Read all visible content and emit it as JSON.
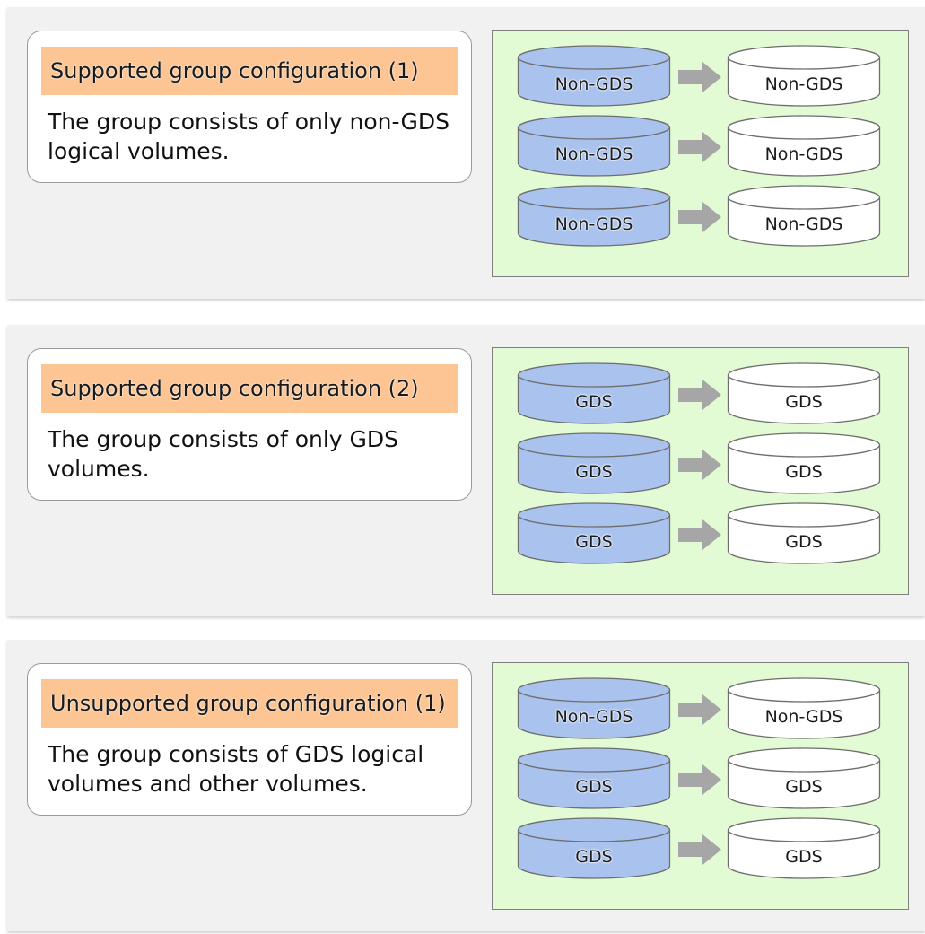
{
  "colors": {
    "section_bg": "#f1f1f1",
    "title_bg": "#fcc593",
    "diagram_bg": "#e2fbd4",
    "source_disk": "#aac3ee",
    "target_disk": "#ffffff",
    "arrow": "#a6a6a6"
  },
  "sections": [
    {
      "title": "Supported group configuration (1)",
      "description": "The group consists of only non-GDS logical volumes.",
      "rows": [
        {
          "source": "Non-GDS",
          "target": "Non-GDS"
        },
        {
          "source": "Non-GDS",
          "target": "Non-GDS"
        },
        {
          "source": "Non-GDS",
          "target": "Non-GDS"
        }
      ]
    },
    {
      "title": "Supported group configuration (2)",
      "description": "The group consists of only GDS volumes.",
      "rows": [
        {
          "source": "GDS",
          "target": "GDS"
        },
        {
          "source": "GDS",
          "target": "GDS"
        },
        {
          "source": "GDS",
          "target": "GDS"
        }
      ]
    },
    {
      "title": "Unsupported group configuration (1)",
      "description": "The group consists of GDS logical volumes and other volumes.",
      "rows": [
        {
          "source": "Non-GDS",
          "target": "Non-GDS"
        },
        {
          "source": "GDS",
          "target": "GDS"
        },
        {
          "source": "GDS",
          "target": "GDS"
        }
      ]
    }
  ]
}
